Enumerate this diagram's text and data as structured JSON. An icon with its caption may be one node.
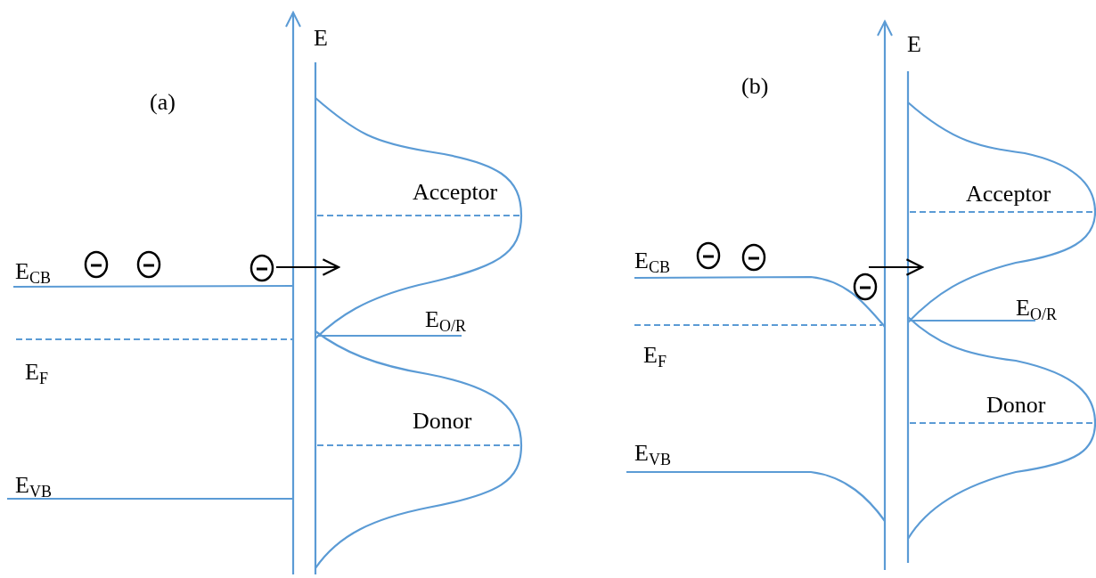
{
  "diagram": {
    "labels": [
      "E",
      "(a)",
      "Acceptor",
      "E$_{CB}$",
      "E$_{O/R}$",
      "E$_{F}$",
      "Donor",
      "E$_{VB}$",
      "E",
      "(b)",
      "Acceptor",
      "E$_{CB}$",
      "E$_{O/R}$",
      "E$_{F}$",
      "Donor",
      "E$_{VB}$"
    ]
  }
}
